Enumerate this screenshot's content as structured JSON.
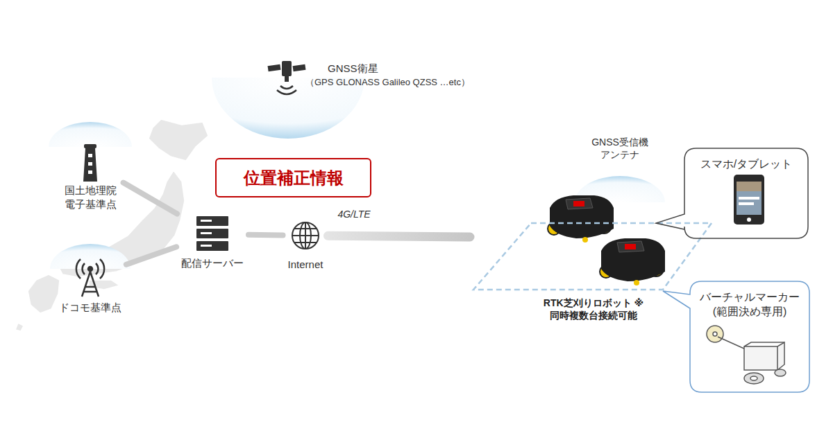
{
  "diagram": {
    "nodes": [
      {
        "text": [
          "国土地理院 電子基準点"
        ]
      },
      {
        "text": [
          "ドコモ基準点"
        ]
      },
      {
        "text": [
          "配信サーバー"
        ]
      },
      {
        "text": [
          "位置補正情報"
        ]
      },
      {
        "text": [
          "Internet"
        ]
      },
      {
        "text": [
          "RTK芝刈りロボット ※同時複数台接続可能"
        ]
      },
      {
        "text": [
          "スマホ/タブレット"
        ]
      },
      {
        "text": [
          "バーチャルマーカー (範囲決め専用)"
        ]
      }
    ],
    "edges": [
      {
        "from": 0,
        "to": 2,
        "arrow": "none"
      },
      {
        "from": 1,
        "to": 2,
        "arrow": "none"
      },
      {
        "from": 2,
        "to": 4,
        "arrow": "none"
      },
      {
        "from": 4,
        "to": 5,
        "label": "4G/LTE",
        "arrow": "none"
      }
    ],
    "labels": [
      "GNSS衛星",
      "（GPS GLONASS Galileo QZSS …etc）",
      "GNSS受信機 アンテナ"
    ]
  }
}
